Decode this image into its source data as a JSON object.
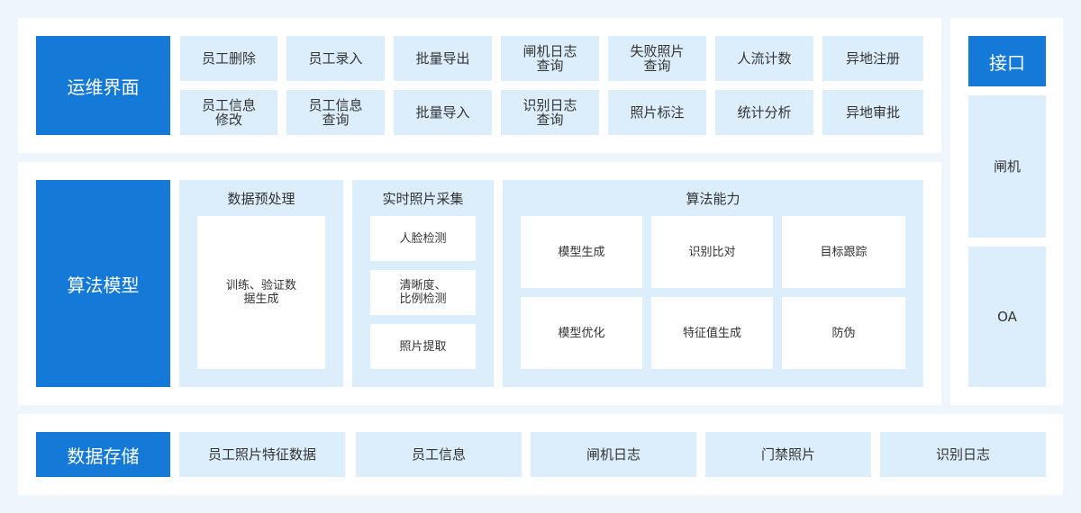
{
  "ops": {
    "title": "运维界面",
    "row1": [
      {
        "l1": "员工删除",
        "l2": ""
      },
      {
        "l1": "员工录入",
        "l2": ""
      },
      {
        "l1": "批量导出",
        "l2": ""
      },
      {
        "l1": "闸机日志",
        "l2": "查询"
      },
      {
        "l1": "失败照片",
        "l2": "查询"
      },
      {
        "l1": "人流计数",
        "l2": ""
      },
      {
        "l1": "异地注册",
        "l2": ""
      }
    ],
    "row2": [
      {
        "l1": "员工信息",
        "l2": "修改"
      },
      {
        "l1": "员工信息",
        "l2": "查询"
      },
      {
        "l1": "批量导入",
        "l2": ""
      },
      {
        "l1": "识别日志",
        "l2": "查询"
      },
      {
        "l1": "照片标注",
        "l2": ""
      },
      {
        "l1": "统计分析",
        "l2": ""
      },
      {
        "l1": "异地审批",
        "l2": ""
      }
    ]
  },
  "algo": {
    "title": "算法模型",
    "preprocess": {
      "title": "数据预处理",
      "item_l1": "训练、验证数",
      "item_l2": "据生成"
    },
    "capture": {
      "title": "实时照片采集",
      "items": [
        {
          "l1": "人脸检测",
          "l2": ""
        },
        {
          "l1": "清晰度、",
          "l2": "比例检测"
        },
        {
          "l1": "照片提取",
          "l2": ""
        }
      ]
    },
    "ability": {
      "title": "算法能力",
      "items": [
        "模型生成",
        "识别比对",
        "目标跟踪",
        "模型优化",
        "特征值生成",
        "防伪"
      ]
    }
  },
  "api": {
    "title": "接口",
    "items": [
      "闸机",
      "OA"
    ]
  },
  "storage": {
    "title": "数据存储",
    "items": [
      "员工照片特征数据",
      "员工信息",
      "闸机日志",
      "门禁照片",
      "识别日志"
    ]
  }
}
